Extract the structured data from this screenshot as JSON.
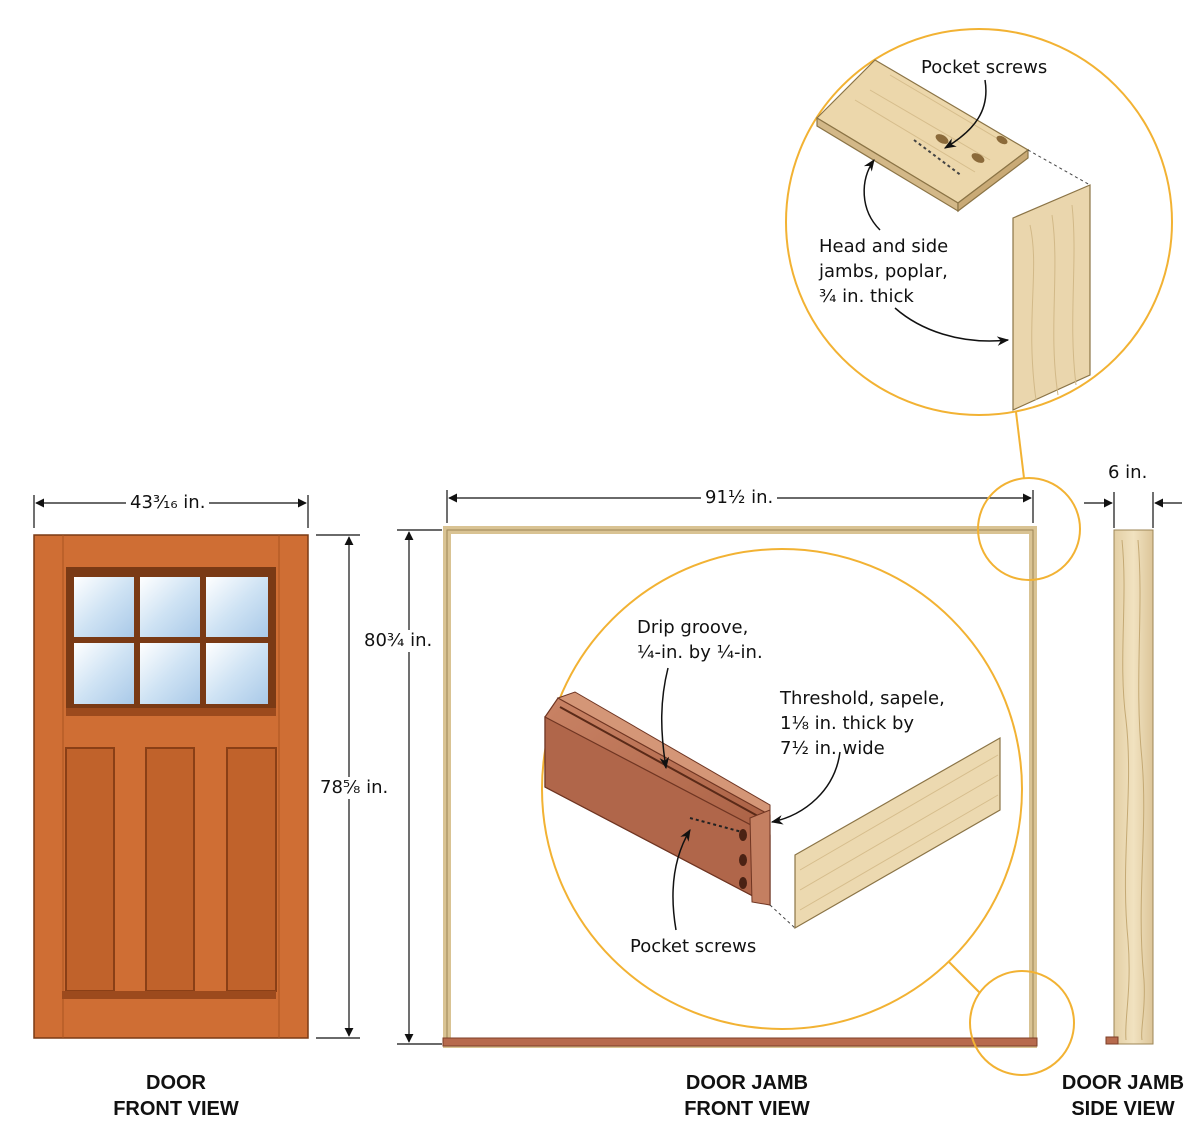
{
  "dimensions": {
    "door_width": "43³⁄₁₆ in.",
    "door_height": "78⁵⁄₈ in.",
    "jamb_width": "91½ in.",
    "jamb_height": "80¾ in.",
    "side_depth": "6 in."
  },
  "callouts": {
    "top_pocket_screws": "Pocket screws",
    "jambs_line1": "Head and side",
    "jambs_line2": "jambs, poplar,",
    "jambs_line3": "¾ in. thick",
    "drip_line1": "Drip groove,",
    "drip_line2": "¼-in. by ¼-in.",
    "threshold_line1": "Threshold, sapele,",
    "threshold_line2": "1⅛ in. thick by",
    "threshold_line3": "7½ in. wide",
    "bottom_pocket_screws": "Pocket screws"
  },
  "captions": {
    "door_line1": "DOOR",
    "door_line2": "FRONT VIEW",
    "jamb_front_line1": "DOOR JAMB",
    "jamb_front_line2": "FRONT VIEW",
    "jamb_side_line1": "DOOR JAMB",
    "jamb_side_line2": "SIDE VIEW"
  },
  "colors": {
    "door": "#cf6e34",
    "glass": "#cfe3f4",
    "poplar": "#ead6ad",
    "sapele": "#b76a4d",
    "callout_circle": "#f2b233",
    "line": "#111111"
  }
}
